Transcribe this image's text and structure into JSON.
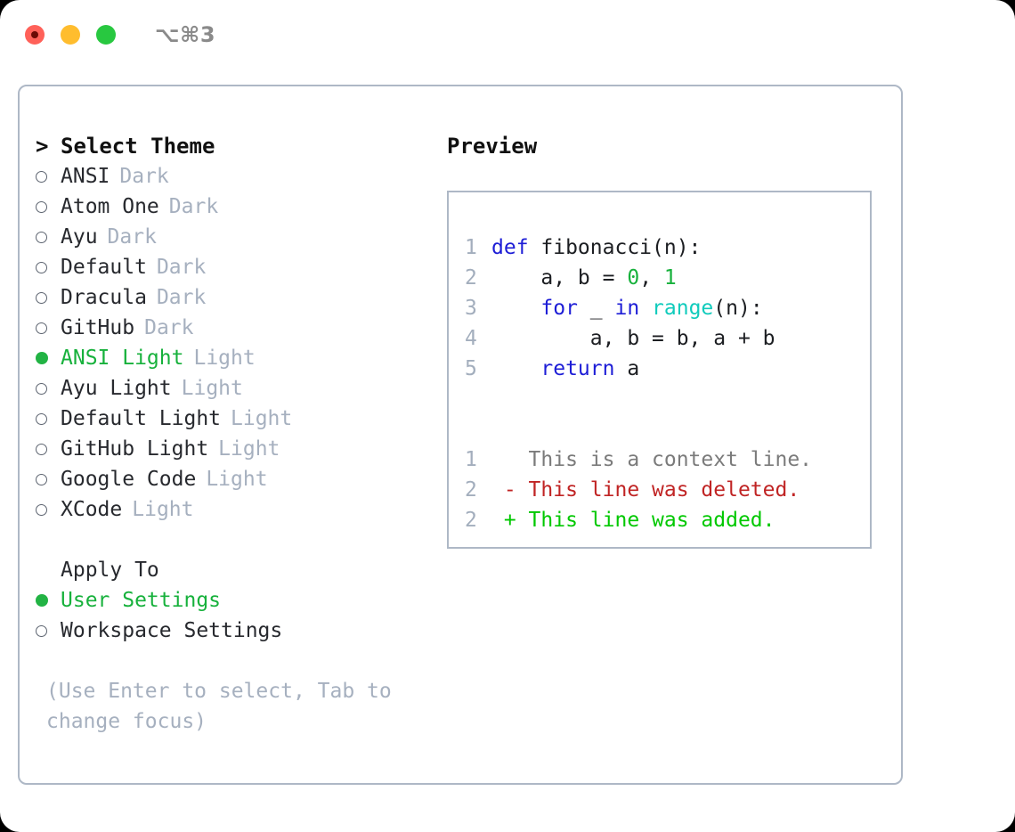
{
  "window": {
    "shortcut": "⌥⌘3",
    "traffic_lights": [
      {
        "name": "close",
        "color": "#ff6159"
      },
      {
        "name": "minimize",
        "color": "#ffbd2e"
      },
      {
        "name": "maximize",
        "color": "#28c840"
      }
    ]
  },
  "theme_picker": {
    "heading": "Select Theme",
    "caret": ">",
    "items": [
      {
        "name": "ANSI",
        "tag": "Dark",
        "selected": false
      },
      {
        "name": "Atom One",
        "tag": "Dark",
        "selected": false
      },
      {
        "name": "Ayu",
        "tag": "Dark",
        "selected": false
      },
      {
        "name": "Default",
        "tag": "Dark",
        "selected": false
      },
      {
        "name": "Dracula",
        "tag": "Dark",
        "selected": false
      },
      {
        "name": "GitHub",
        "tag": "Dark",
        "selected": false
      },
      {
        "name": "ANSI Light",
        "tag": "Light",
        "selected": true
      },
      {
        "name": "Ayu Light",
        "tag": "Light",
        "selected": false
      },
      {
        "name": "Default Light",
        "tag": "Light",
        "selected": false
      },
      {
        "name": "GitHub Light",
        "tag": "Light",
        "selected": false
      },
      {
        "name": "Google Code",
        "tag": "Light",
        "selected": false
      },
      {
        "name": "XCode",
        "tag": "Light",
        "selected": false
      }
    ]
  },
  "apply_to": {
    "label": "Apply To",
    "options": [
      {
        "name": "User Settings",
        "selected": true
      },
      {
        "name": "Workspace Settings",
        "selected": false
      }
    ]
  },
  "hint": "(Use Enter to select, Tab to change focus)",
  "preview": {
    "title": "Preview",
    "code_lines": [
      {
        "lno": "1",
        "tokens": [
          {
            "t": "def",
            "c": "kw"
          },
          {
            "t": " fibonacci(n):",
            "c": "code"
          }
        ]
      },
      {
        "lno": "2",
        "tokens": [
          {
            "t": "    a, b = ",
            "c": "code"
          },
          {
            "t": "0",
            "c": "num"
          },
          {
            "t": ", ",
            "c": "code"
          },
          {
            "t": "1",
            "c": "num"
          }
        ]
      },
      {
        "lno": "3",
        "tokens": [
          {
            "t": "    ",
            "c": "code"
          },
          {
            "t": "for",
            "c": "kw"
          },
          {
            "t": " _ ",
            "c": "code"
          },
          {
            "t": "in",
            "c": "kw"
          },
          {
            "t": " ",
            "c": "code"
          },
          {
            "t": "range",
            "c": "fn"
          },
          {
            "t": "(n):",
            "c": "code"
          }
        ]
      },
      {
        "lno": "4",
        "tokens": [
          {
            "t": "        a, b = b, a + b",
            "c": "code"
          }
        ]
      },
      {
        "lno": "5",
        "tokens": [
          {
            "t": "    ",
            "c": "code"
          },
          {
            "t": "return",
            "c": "kw"
          },
          {
            "t": " a",
            "c": "code"
          }
        ]
      }
    ],
    "diff_lines": [
      {
        "lno": "1",
        "tokens": [
          {
            "t": "   This is a context line.",
            "c": "ctx"
          }
        ]
      },
      {
        "lno": "2",
        "tokens": [
          {
            "t": " - This line was deleted.",
            "c": "del"
          }
        ]
      },
      {
        "lno": "2",
        "tokens": [
          {
            "t": " + This line was added.",
            "c": "add"
          }
        ]
      }
    ]
  },
  "colors": {
    "accent_green": "#17b13c",
    "keyword_blue": "#1d1dd6",
    "function_cyan": "#10cbbc",
    "number_green": "#17b13c",
    "diff_delete_red": "#c02424",
    "diff_add_green": "#00c800",
    "muted_grey": "#a6b0bf",
    "border": "#aeb8c6"
  }
}
